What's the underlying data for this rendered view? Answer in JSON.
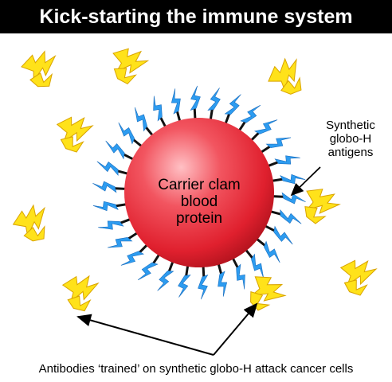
{
  "title": "Kick-starting the immune system",
  "center_label_lines": [
    "Carrier clam",
    "blood",
    "protein"
  ],
  "antigen_label_lines": [
    "Synthetic",
    "globo-H",
    "antigens"
  ],
  "caption": "Antibodies ‘trained’ on synthetic globo-H attack cancer cells",
  "colors": {
    "title_bg": "#000000",
    "sphere_light": "#ff9aa0",
    "sphere_mid": "#ee2a38",
    "sphere_dark": "#b3121e",
    "antigen_blue": "#2d9cf0",
    "antibody_yellow": "#ffe21a",
    "stalk": "#111111"
  },
  "icons": [
    "protein-sphere",
    "antigen-spike-icon",
    "antibody-icon",
    "arrow-icon"
  ]
}
